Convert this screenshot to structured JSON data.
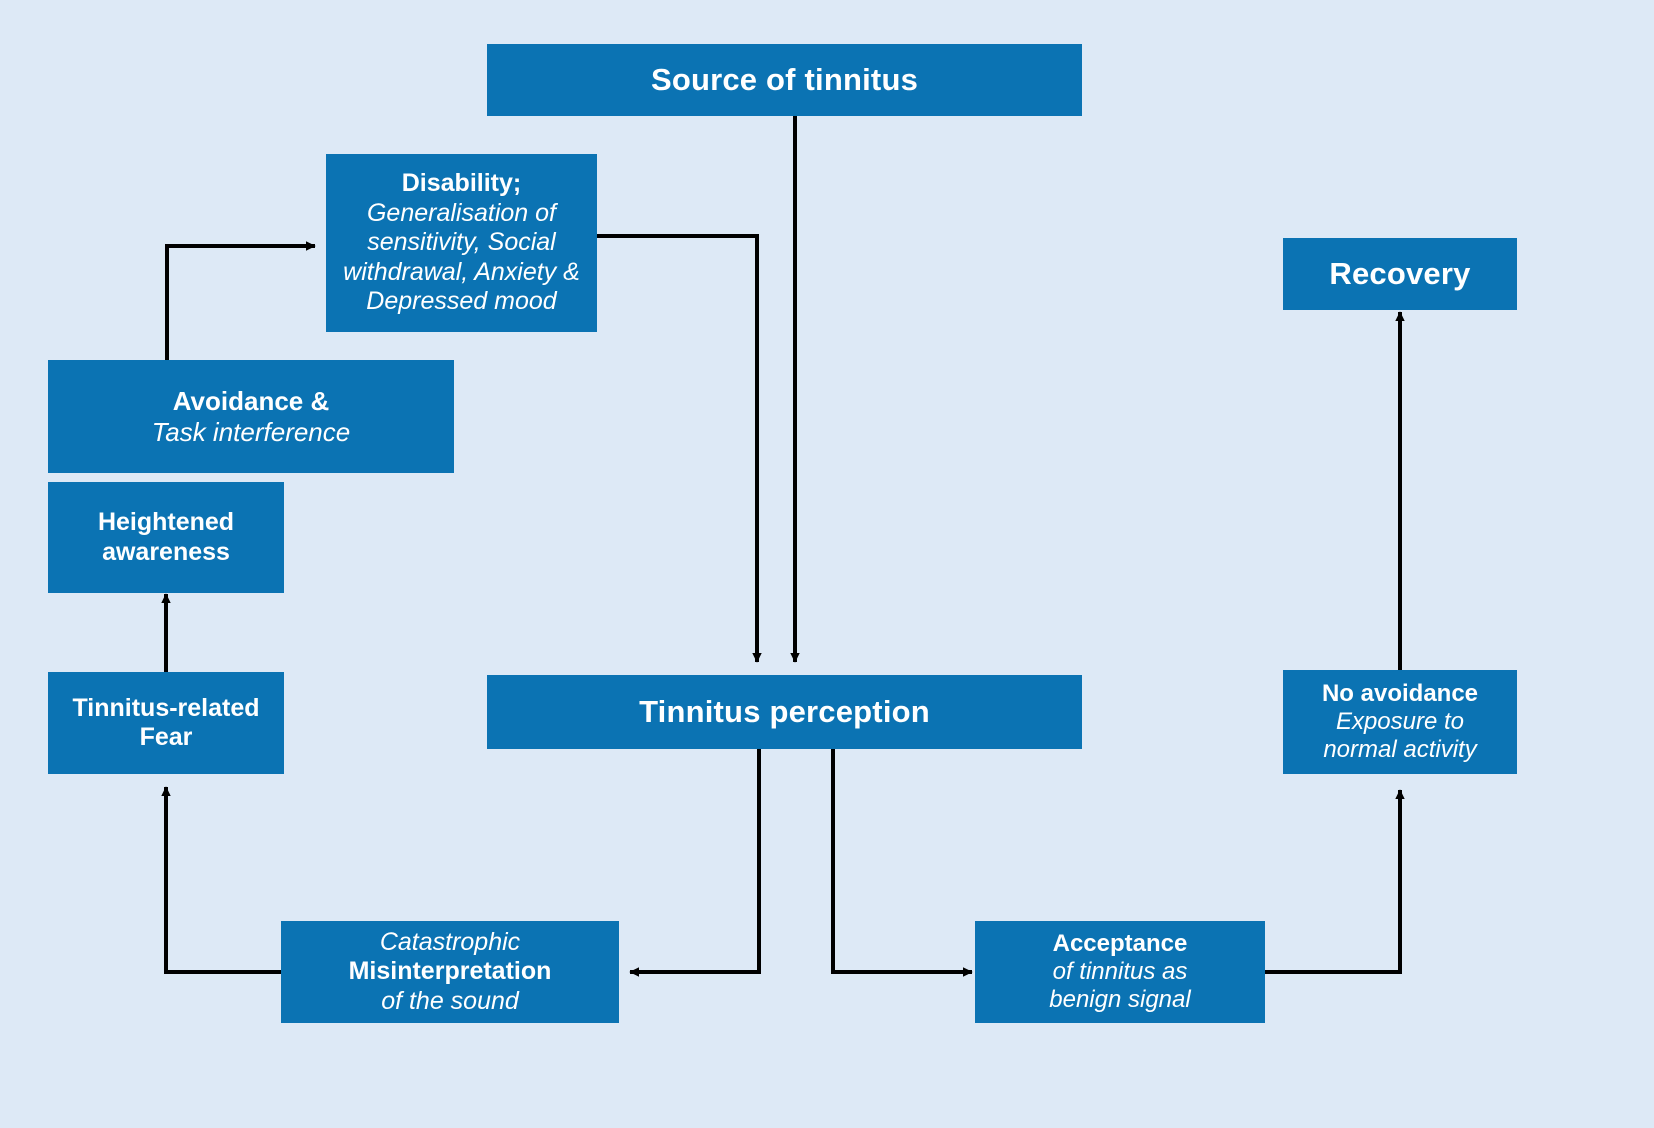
{
  "figure": {
    "type": "flowchart",
    "background_color": "#dde9f6",
    "box_color": "#0b73b3",
    "text_color": "#ffffff",
    "arrow_color": "#000000"
  },
  "nodes": {
    "source": {
      "line1": "Source of tinnitus"
    },
    "disability": {
      "line1": "Disability;",
      "line2": "Generalisation of",
      "line3": "sensitivity, Social",
      "line4": "withdrawal, Anxiety &",
      "line5": "Depressed mood"
    },
    "avoidance": {
      "line1": "Avoidance &",
      "line2": "Task interference"
    },
    "heightened": {
      "line1": "Heightened",
      "line2": "awareness"
    },
    "fear": {
      "line1": "Tinnitus-related",
      "line2": "Fear"
    },
    "misinterpretation": {
      "line1": "Catastrophic",
      "line2": "Misinterpretation",
      "line3": "of the sound"
    },
    "perception": {
      "line1": "Tinnitus perception"
    },
    "acceptance": {
      "line1": "Acceptance",
      "line2": "of tinnitus as",
      "line3": "benign signal"
    },
    "no_avoidance": {
      "line1": "No avoidance",
      "line2": "Exposure to",
      "line3": "normal activity"
    },
    "recovery": {
      "line1": "Recovery"
    }
  },
  "edges": [
    {
      "name": "source-to-perception",
      "from": "source",
      "to": "perception"
    },
    {
      "name": "disability-to-perception",
      "from": "disability",
      "to": "perception"
    },
    {
      "name": "avoidance-to-disability",
      "from": "avoidance",
      "to": "disability"
    },
    {
      "name": "fear-to-heightened",
      "from": "fear",
      "to": "heightened"
    },
    {
      "name": "misinterpretation-to-fear",
      "from": "misinterpretation",
      "to": "fear"
    },
    {
      "name": "perception-to-misinterpretation",
      "from": "perception",
      "to": "misinterpretation"
    },
    {
      "name": "perception-to-acceptance",
      "from": "perception",
      "to": "acceptance"
    },
    {
      "name": "acceptance-to-no-avoidance",
      "from": "acceptance",
      "to": "no_avoidance"
    },
    {
      "name": "no-avoidance-to-recovery",
      "from": "no_avoidance",
      "to": "recovery"
    }
  ]
}
